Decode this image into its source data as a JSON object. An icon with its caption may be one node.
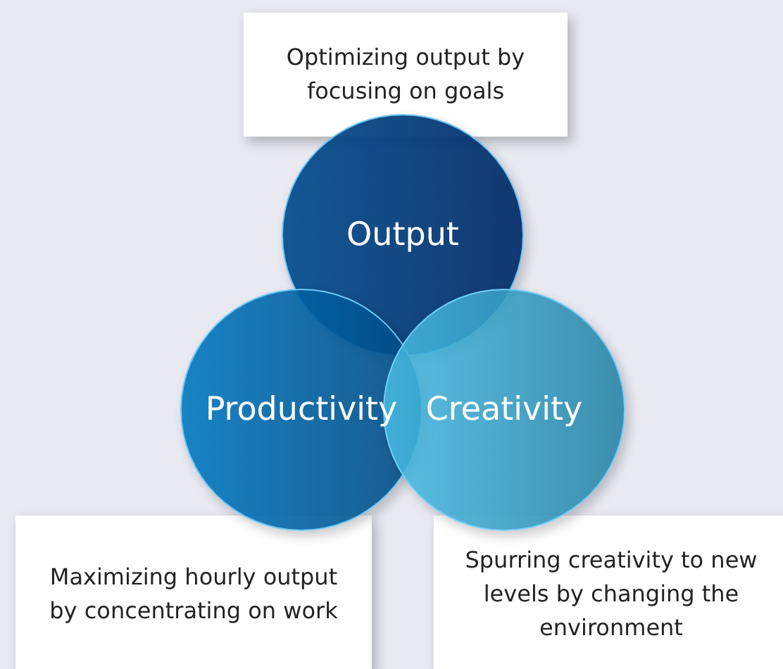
{
  "diagram": {
    "nodes": [
      {
        "text": [
          "Optimizing output by focusing on goals"
        ]
      },
      {
        "text": [
          "Output"
        ]
      },
      {
        "text": [
          "Productivity"
        ]
      },
      {
        "text": [
          "Creativity"
        ]
      },
      {
        "text": [
          "Maximizing hourly output by concentrating on work"
        ]
      },
      {
        "text": [
          "Spurring creativity to new levels by changing the environment"
        ]
      }
    ]
  }
}
